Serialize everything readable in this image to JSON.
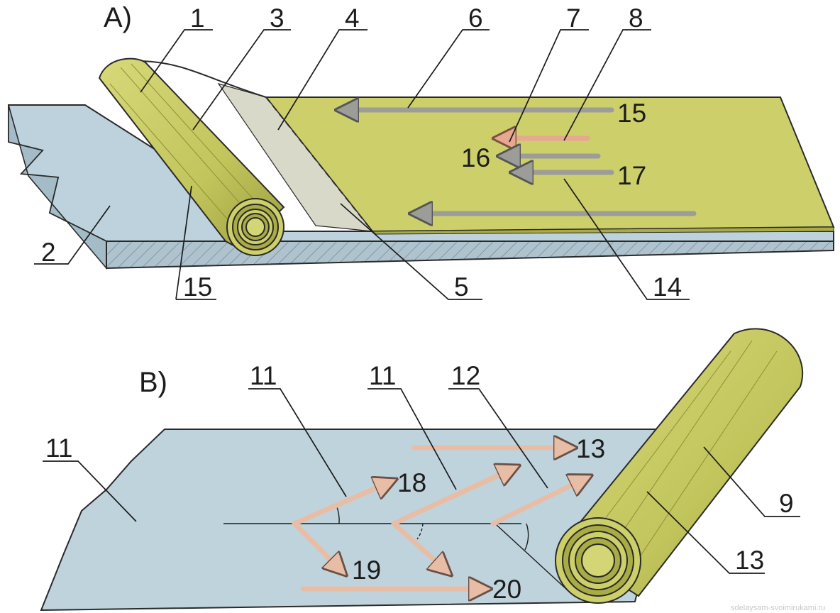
{
  "panels": {
    "a": {
      "title": "A)"
    },
    "b": {
      "title": "B)"
    }
  },
  "labels_a": {
    "l1": "1",
    "l2": "2",
    "l3": "3",
    "l4": "4",
    "l5": "5",
    "l6": "6",
    "l7": "7",
    "l8": "8",
    "l14": "14",
    "l15_left": "15",
    "l15_arrow": "15",
    "l16": "16",
    "l17": "17"
  },
  "labels_b": {
    "l11_left": "11",
    "l11_mid1": "11",
    "l11_mid2": "11",
    "l12": "12",
    "l13_top": "13",
    "l13_right": "13",
    "l9": "9",
    "l18": "18",
    "l19": "19",
    "l20": "20"
  },
  "colors": {
    "membrane": "#cdcf6a",
    "membrane_dark": "#a9ab45",
    "concrete": "#bdd2dc",
    "concrete_side": "#a4bcc8",
    "primer": "#d9d9c9",
    "arrow_grey": "#9c9c98",
    "arrow_pink": "#e6a890",
    "arrow_peach": "#e8bda6"
  },
  "watermark": "sdelaysam-svoimirukami.ru"
}
